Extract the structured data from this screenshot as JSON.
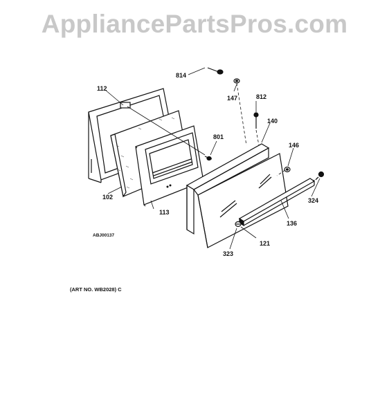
{
  "watermark": "AppliancePartsPros.com",
  "drawing_code": "ABJ00137",
  "art_number": "(ART NO. WB2028) C",
  "part_labels": {
    "p814": "814",
    "p147": "147",
    "p812": "812",
    "p112": "112",
    "p140": "140",
    "p801": "801",
    "p146": "146",
    "p102": "102",
    "p113": "113",
    "p324": "324",
    "p136": "136",
    "p121": "121",
    "p323": "323"
  }
}
